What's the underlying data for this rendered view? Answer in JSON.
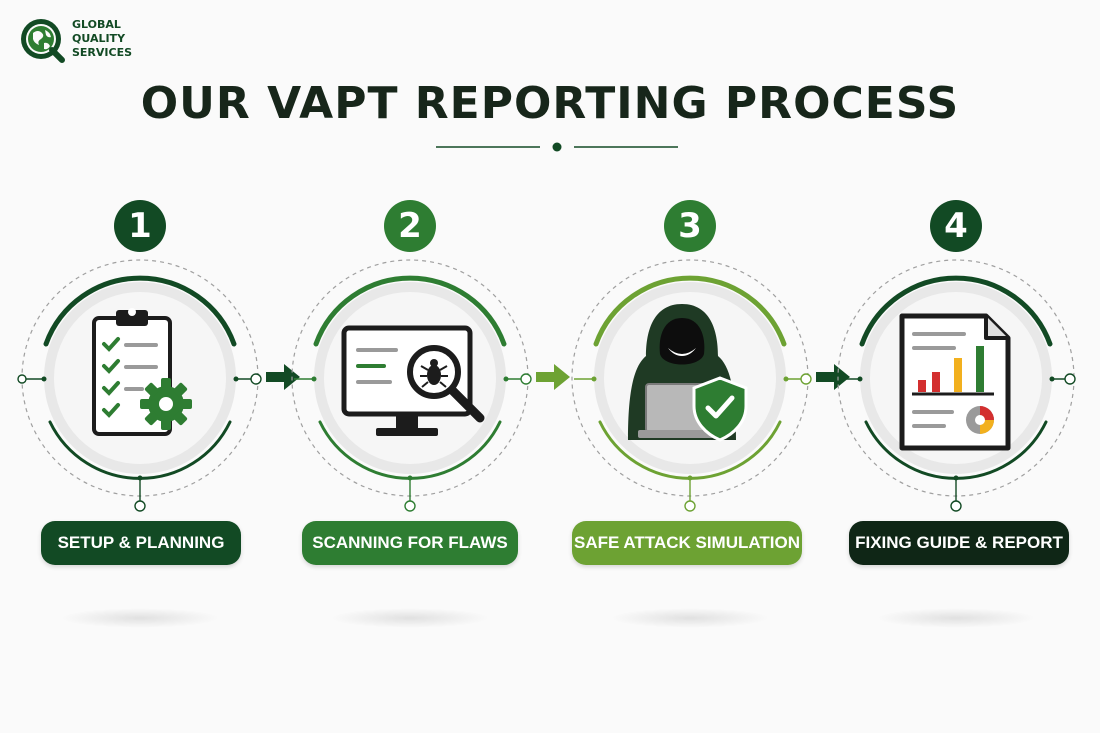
{
  "brand": {
    "line1": "GLOBAL",
    "line2": "QUALITY",
    "line3": "SERVICES"
  },
  "title": "OUR VAPT REPORTING PROCESS",
  "colors": {
    "dark_green": "#124a24",
    "mid_green": "#2e7d32",
    "light_green": "#6da233",
    "darkest": "#0f2616"
  },
  "steps": [
    {
      "number": "1",
      "label": "SETUP & PLANNING",
      "icon": "clipboard-gear-icon"
    },
    {
      "number": "2",
      "label": "SCANNING FOR FLAWS",
      "icon": "monitor-bug-search-icon"
    },
    {
      "number": "3",
      "label": "SAFE ATTACK SIMULATION",
      "icon": "hacker-laptop-shield-icon"
    },
    {
      "number": "4",
      "label": "FIXING GUIDE & REPORT",
      "icon": "report-chart-icon"
    }
  ]
}
